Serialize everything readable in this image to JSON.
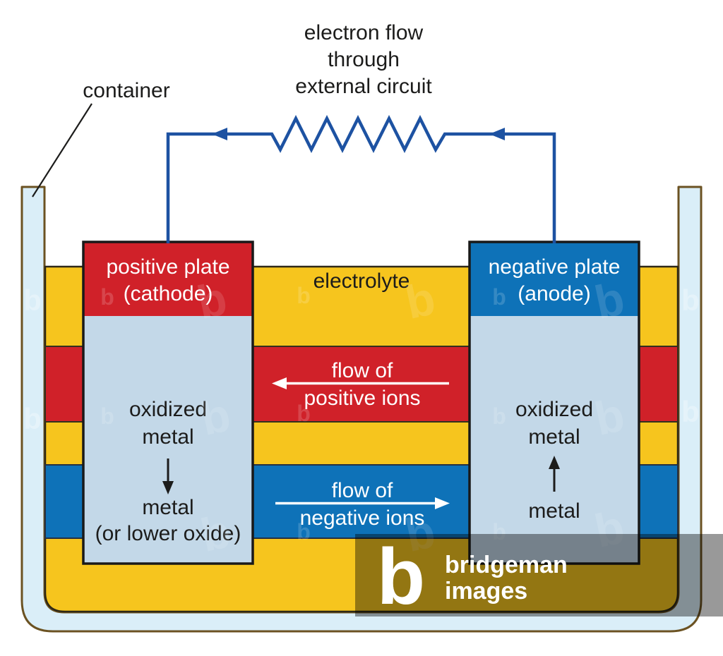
{
  "circuit": {
    "label_line1": "electron flow",
    "label_line2": "through",
    "label_line3": "external circuit"
  },
  "container": {
    "label": "container"
  },
  "electrolyte": {
    "label": "electrolyte"
  },
  "positive_plate": {
    "title_line1": "positive plate",
    "title_line2": "(cathode)",
    "body_line1": "oxidized",
    "body_line2": "metal",
    "body_line3": "metal",
    "body_line4": "(or lower oxide)"
  },
  "negative_plate": {
    "title_line1": "negative plate",
    "title_line2": "(anode)",
    "body_line1": "oxidized",
    "body_line2": "metal",
    "body_line3": "metal"
  },
  "ion_flow": {
    "positive_line1": "flow of",
    "positive_line2": "positive ions",
    "negative_line1": "flow of",
    "negative_line2": "negative ions"
  },
  "watermark": {
    "logo_letter": "b",
    "brand_line1": "bridgeman",
    "brand_line2": "images",
    "ghost_glyph": "b"
  },
  "colors": {
    "electrolyte_yellow": "#f6c51e",
    "positive_red": "#d02129",
    "negative_blue": "#0e72b8",
    "plate_light_blue": "#c3d8e8",
    "container_glass": "#daeef8",
    "container_outline_brown": "#6b5222",
    "wire_blue": "#1d52a2",
    "text_black": "#1c1c1b",
    "watermark_overlay": "rgba(0,0,0,0.4)"
  }
}
